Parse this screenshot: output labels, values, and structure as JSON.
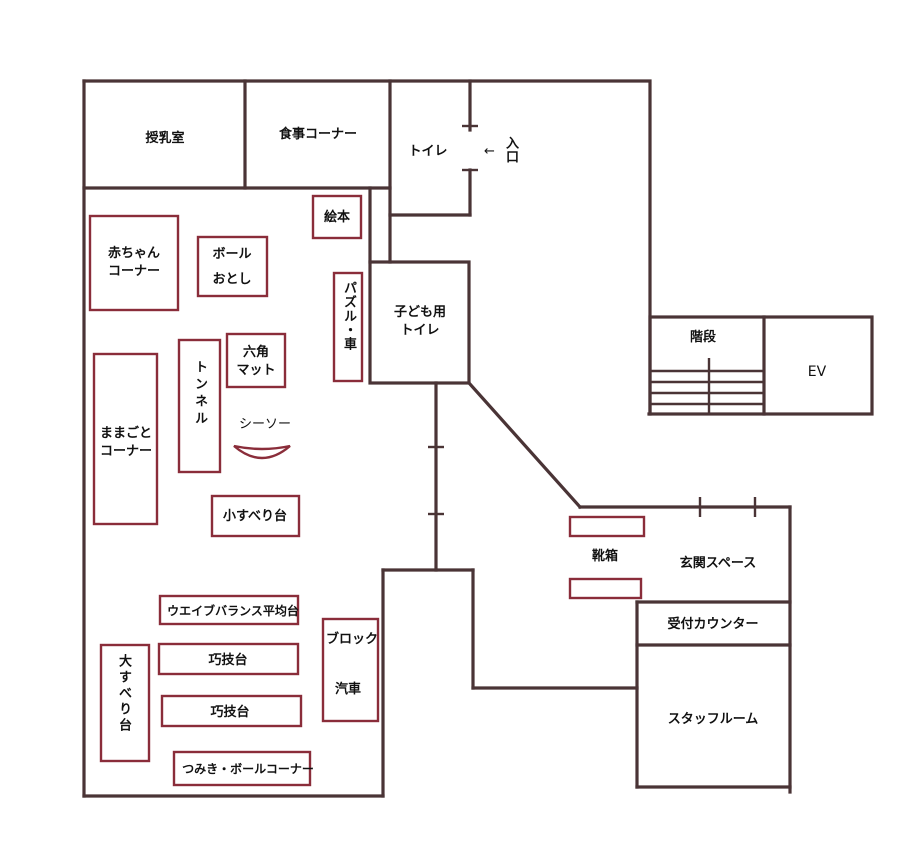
{
  "rooms": {
    "nursing_room": "授乳室",
    "dining_corner": "食事コーナー",
    "toilet": "トイレ",
    "entrance": "入口",
    "entrance_arrow": "←",
    "picture_books": "絵本",
    "baby_corner": [
      "赤ちゃん",
      "コーナー"
    ],
    "ball_drop": [
      "ボール",
      "おとし"
    ],
    "puzzle_car": "パズル・車",
    "kids_toilet": [
      "子ども用",
      "トイレ"
    ],
    "stairs": "階段",
    "elevator": "EV",
    "tunnel": "トンネル",
    "hex_mat": [
      "六角",
      "マット"
    ],
    "seesaw": "シーソー",
    "playhouse_corner": [
      "ままごと",
      "コーナー"
    ],
    "small_slide": "小すべり台",
    "shoe_box": "靴箱",
    "entrance_space": "玄関スペース",
    "reception_counter": "受付カウンター",
    "wave_balance_beam": "ウエイブバランス平均台",
    "block": "ブロック",
    "steam_train": "汽車",
    "big_slide": "大すべり台",
    "agility_board_1": "巧技台",
    "agility_board_2": "巧技台",
    "blocks_ball_corner": "つみき・ボールコーナー",
    "staff_room": "スタッフルーム"
  },
  "colors": {
    "wall": "#4a3436",
    "furniture": "#8a2d3a"
  }
}
